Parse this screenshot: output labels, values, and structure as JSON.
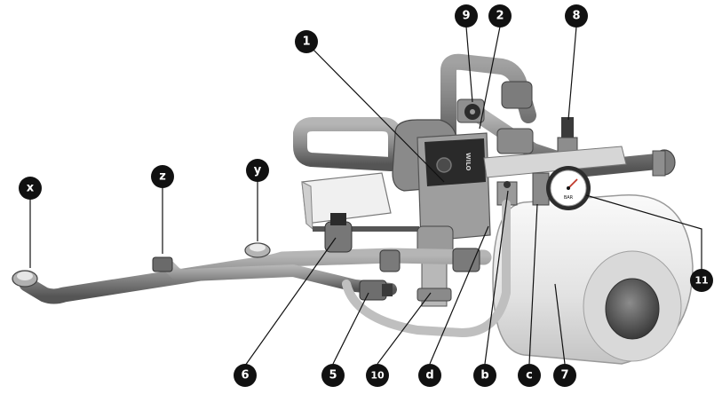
{
  "brand": "WILO",
  "gauge_unit": "BAR",
  "callouts": [
    {
      "id": "x"
    },
    {
      "id": "z"
    },
    {
      "id": "y"
    },
    {
      "id": "1"
    },
    {
      "id": "9"
    },
    {
      "id": "2"
    },
    {
      "id": "8"
    },
    {
      "id": "11"
    },
    {
      "id": "6"
    },
    {
      "id": "5"
    },
    {
      "id": "10"
    },
    {
      "id": "d"
    },
    {
      "id": "b"
    },
    {
      "id": "c"
    },
    {
      "id": "7"
    }
  ],
  "colors": {
    "pipe": "#8a8a8a",
    "pipe_dark": "#5c5c5c",
    "pump_face": "#9a9a9a",
    "display": "#2a2a2a",
    "tank": "#e8e8e8",
    "badge": "#111111"
  }
}
